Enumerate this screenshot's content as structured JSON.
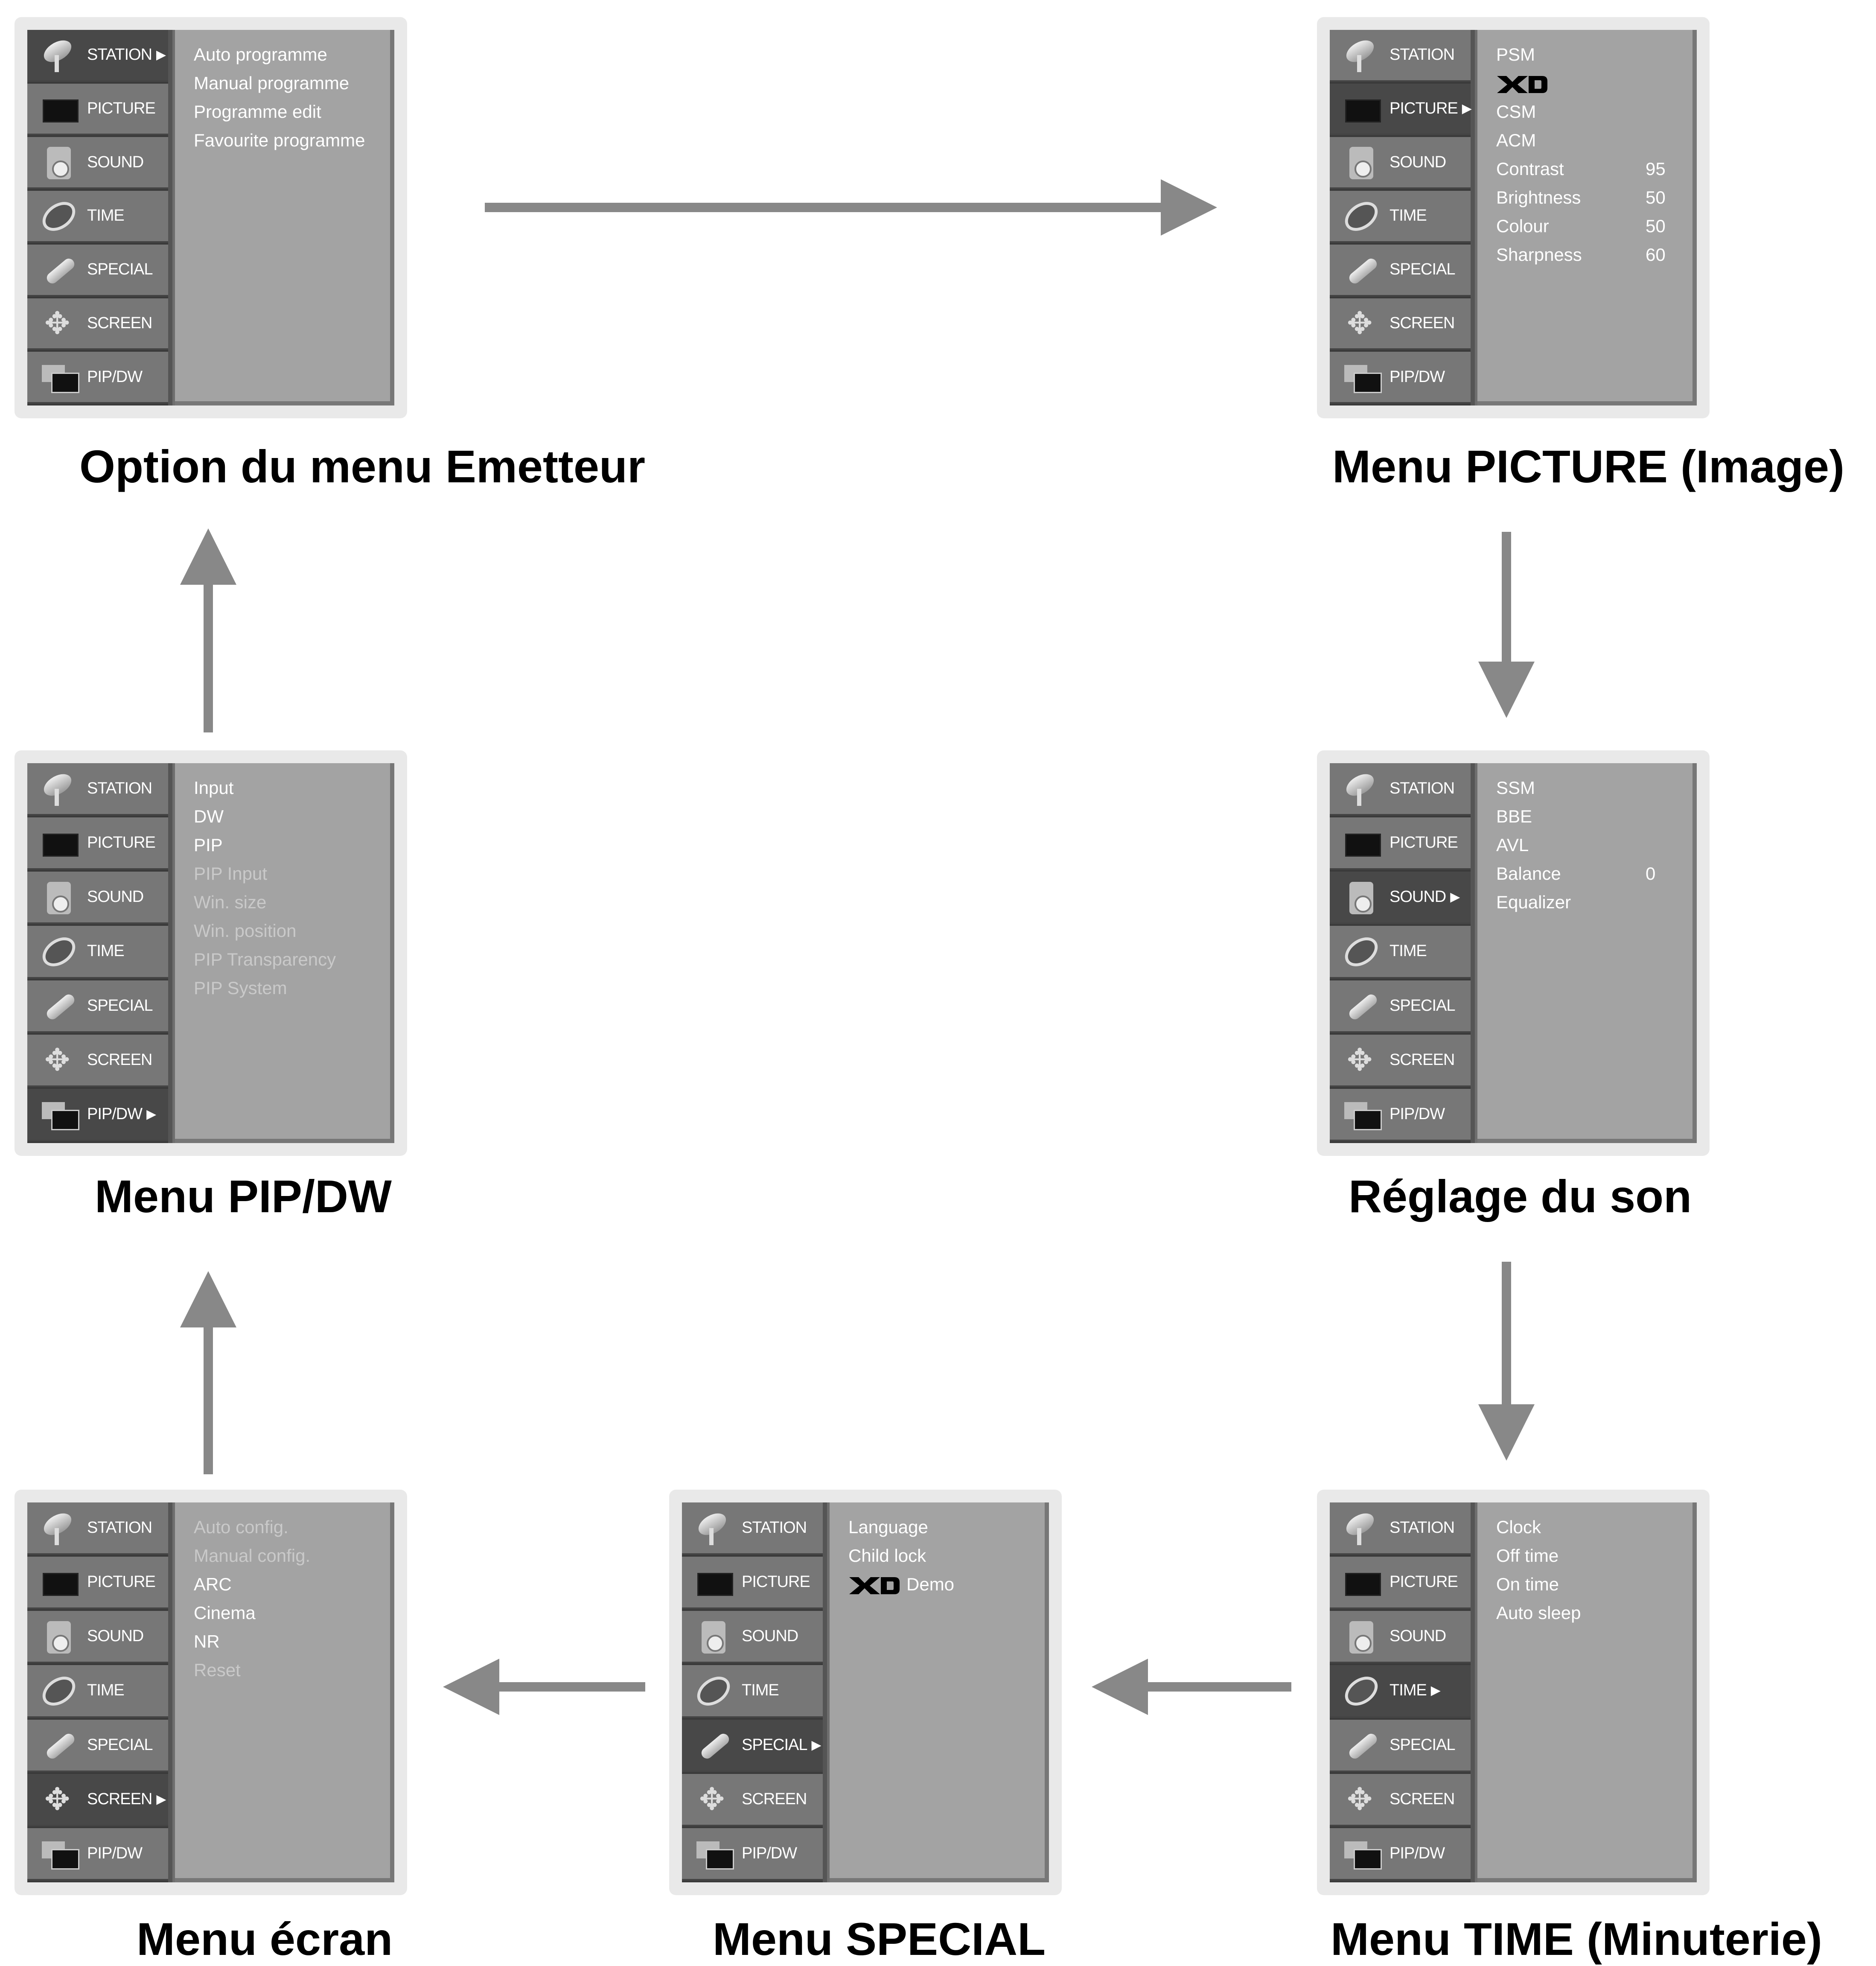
{
  "nav_labels": [
    "STATION",
    "PICTURE",
    "SOUND",
    "TIME",
    "SPECIAL",
    "SCREEN",
    "PIP/DW"
  ],
  "nav_icons": [
    "dish-icon",
    "tv-icon",
    "speaker-icon",
    "clock-icon",
    "tool-icon",
    "move-icon",
    "pip-icon"
  ],
  "colors": {
    "panel_bg": "#e9e9e9",
    "nav_bg": "#777777",
    "nav_active": "#484848",
    "content_bg": "#a3a3a3",
    "arrow": "#888888",
    "dim_text": "#c9c9c9"
  },
  "menus": {
    "station": {
      "caption": "Option du menu Emetteur",
      "active": "STATION",
      "items": [
        {
          "label": "Auto programme"
        },
        {
          "label": "Manual programme"
        },
        {
          "label": "Programme edit"
        },
        {
          "label": "Favourite programme"
        }
      ]
    },
    "picture": {
      "caption": "Menu PICTURE (Image)",
      "active": "PICTURE",
      "items": [
        {
          "label": "PSM"
        },
        {
          "label": "XD",
          "logo": true
        },
        {
          "label": "CSM"
        },
        {
          "label": "ACM"
        },
        {
          "label": "Contrast",
          "value": "95"
        },
        {
          "label": "Brightness",
          "value": "50"
        },
        {
          "label": "Colour",
          "value": "50"
        },
        {
          "label": "Sharpness",
          "value": "60"
        }
      ]
    },
    "sound": {
      "caption": "Réglage du son",
      "active": "SOUND",
      "items": [
        {
          "label": "SSM"
        },
        {
          "label": "BBE"
        },
        {
          "label": "AVL"
        },
        {
          "label": "Balance",
          "value": "0"
        },
        {
          "label": "Equalizer"
        }
      ]
    },
    "time": {
      "caption": "Menu TIME (Minuterie)",
      "active": "TIME",
      "items": [
        {
          "label": "Clock"
        },
        {
          "label": "Off time"
        },
        {
          "label": "On time"
        },
        {
          "label": "Auto sleep"
        }
      ]
    },
    "special": {
      "caption": "Menu SPECIAL",
      "active": "SPECIAL",
      "items": [
        {
          "label": "Language"
        },
        {
          "label": "Child lock"
        },
        {
          "label": "Demo",
          "logo": true
        }
      ]
    },
    "screen": {
      "caption": "Menu écran",
      "active": "SCREEN",
      "items": [
        {
          "label": "Auto config.",
          "disabled": true
        },
        {
          "label": "Manual config.",
          "disabled": true
        },
        {
          "label": "ARC"
        },
        {
          "label": "Cinema"
        },
        {
          "label": "NR"
        },
        {
          "label": "Reset",
          "disabled": true
        }
      ]
    },
    "pipdw": {
      "caption": "Menu PIP/DW",
      "active": "PIP/DW",
      "items": [
        {
          "label": "Input"
        },
        {
          "label": "DW"
        },
        {
          "label": "PIP"
        },
        {
          "label": "PIP Input",
          "disabled": true
        },
        {
          "label": "Win. size",
          "disabled": true
        },
        {
          "label": "Win. position",
          "disabled": true
        },
        {
          "label": "PIP Transparency",
          "disabled": true
        },
        {
          "label": "PIP System",
          "disabled": true
        }
      ]
    }
  }
}
